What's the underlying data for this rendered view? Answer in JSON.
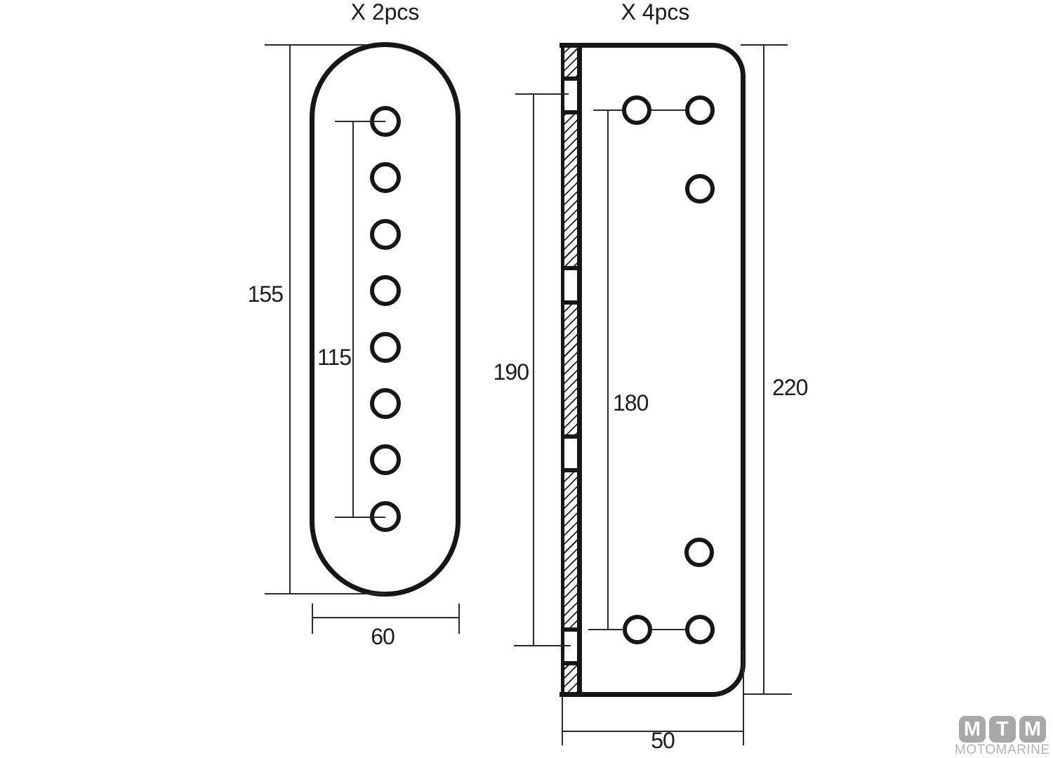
{
  "parts": {
    "left": {
      "title": "X 2pcs",
      "dim_height": "155",
      "dim_hole_span": "115",
      "dim_width": "60",
      "hole_count": 8
    },
    "right": {
      "title": "X 4pcs",
      "dim_outer_span": "190",
      "dim_hole_span": "180",
      "dim_height": "220",
      "dim_width": "50",
      "hole_count": 6
    }
  },
  "logo": {
    "block1": "M",
    "block2": "T",
    "block3": "M",
    "subtitle": "MOTOMARINE"
  },
  "colors": {
    "line": "#161616",
    "dim_line": "#2b2b2b",
    "background": "#ffffff",
    "logo_block": "#a8a8a8",
    "logo_text": "#b3b3b3"
  }
}
